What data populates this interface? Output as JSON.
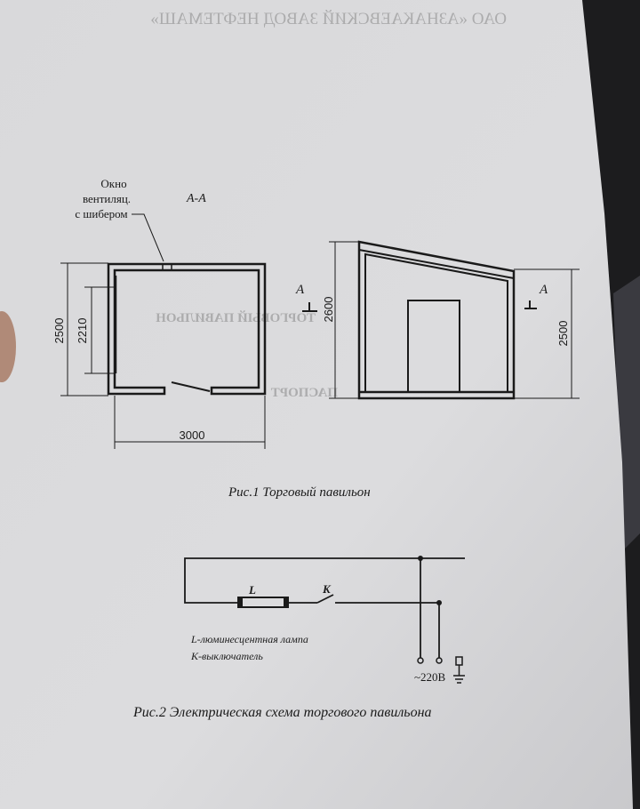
{
  "bleed_through": {
    "header": "ОАО «АЗНАКАЕВСКИЙ ЗАВОД НЕФТЕМАШ»",
    "title": "ТОРГОВЫЙ ПАВИЛЬОН",
    "subtitle": "ПАСПОРТ"
  },
  "fig1": {
    "vent_label": [
      "Окно",
      "вентиляц.",
      "с шибером"
    ],
    "section_label": "А-А",
    "dim_height_outer": "2500",
    "dim_height_inner": "2210",
    "dim_width": "3000",
    "dim_front_height": "2600",
    "dim_back_height": "2500",
    "section_mark_left": "А",
    "section_mark_right": "А",
    "caption": "Рис.1 Торговый павильон"
  },
  "fig2": {
    "lamp_label": "L",
    "switch_label": "K",
    "legend": [
      "L-люминесцентная лампа",
      "K-выключатель"
    ],
    "supply_label": "~220В",
    "caption": "Рис.2 Электрическая схема торгового павильона"
  },
  "colors": {
    "paper": "#dcdcde",
    "ink": "#1a1a1a",
    "background": "#1c1c1e"
  }
}
